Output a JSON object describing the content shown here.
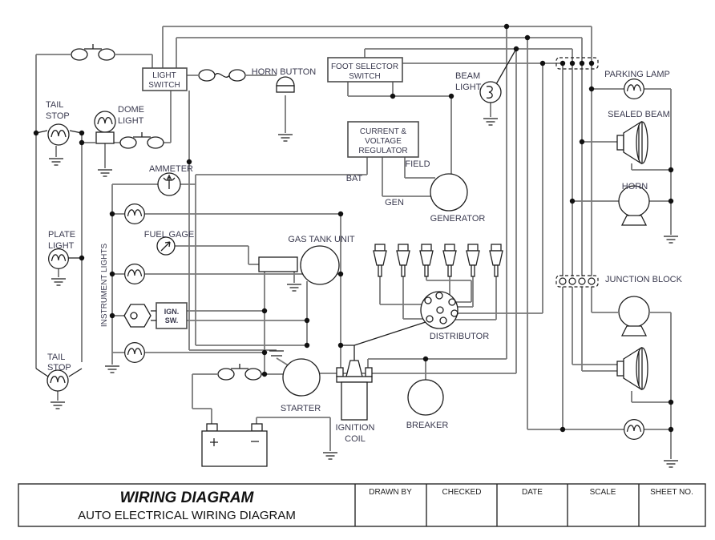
{
  "colors": {
    "wire": "#7a7a7a",
    "symbol": "#1f1f1f",
    "label": "#3a3a4f",
    "background": "#ffffff"
  },
  "diagram": {
    "labels": {
      "tail_stop_top": [
        "TAIL",
        "STOP"
      ],
      "dome_light": [
        "DOME",
        "LIGHT"
      ],
      "light_switch": [
        "LIGHT",
        "SWITCH"
      ],
      "horn_button": "HORN BUTTON",
      "foot_selector_switch": [
        "FOOT SELECTOR",
        "SWITCH"
      ],
      "beam_light": [
        "BEAM",
        "LIGHT"
      ],
      "parking_lamp": "PARKING LAMP",
      "sealed_beam": "SEALED BEAM",
      "horn": "HORN",
      "regulator": [
        "CURRENT &",
        "VOLTAGE",
        "REGULATOR"
      ],
      "bat": "BAT",
      "gen": "GEN",
      "field": "FIELD",
      "generator": "GENERATOR",
      "ammeter": "AMMETER",
      "plate_light": [
        "PLATE",
        "LIGHT"
      ],
      "instrument_lights": "INSTRUMENT LIGHTS",
      "fuel_gage": "FUEL GAGE",
      "gas_tank_unit": "GAS TANK UNIT",
      "ign_sw": [
        "IGN.",
        "SW."
      ],
      "junction_block": "JUNCTION BLOCK",
      "distributor": "DISTRIBUTOR",
      "tail_stop_bottom": [
        "TAIL",
        "STOP"
      ],
      "starter": "STARTER",
      "ignition_coil": [
        "IGNITION",
        "COIL"
      ],
      "breaker": "BREAKER"
    }
  },
  "title_block": {
    "title": "WIRING DIAGRAM",
    "subtitle": "AUTO ELECTRICAL WIRING DIAGRAM",
    "fields": [
      "DRAWN BY",
      "CHECKED",
      "DATE",
      "SCALE",
      "SHEET NO."
    ]
  }
}
